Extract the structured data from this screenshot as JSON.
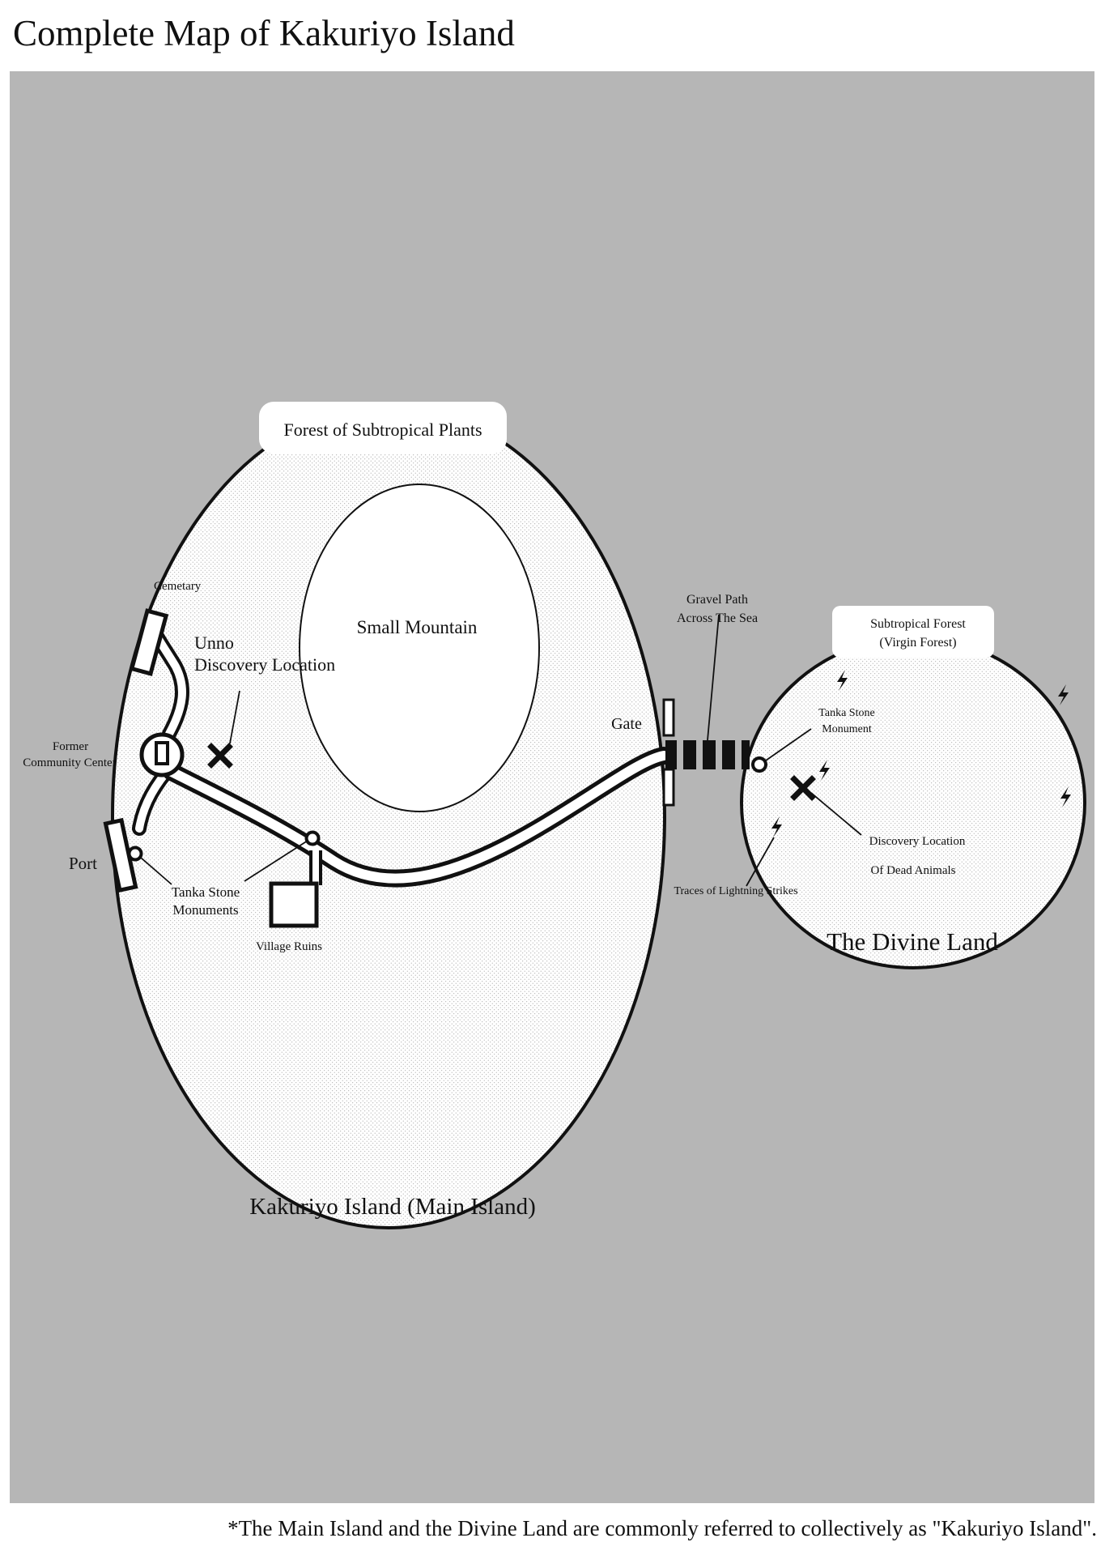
{
  "title": "Complete Map of Kakuriyo Island",
  "footnote": "*The Main Island and the Divine Land are commonly referred to collectively as \"Kakuriyo Island\".",
  "colors": {
    "sea": "#b6b6b6",
    "land": "#ffffff",
    "ink": "#111111"
  },
  "main_island": {
    "name": "Kakuriyo Island (Main Island)",
    "forest_label": "Forest of Subtropical Plants",
    "mountain_label": "Small Mountain",
    "cemetery_label": "Cemetary",
    "unno_label_1": "Unno",
    "unno_label_2": "Discovery Location",
    "community_center_label_1": "Former",
    "community_center_label_2": "Community Center",
    "port_label": "Port",
    "tanka_label_1": "Tanka Stone",
    "tanka_label_2": "Monuments",
    "village_label": "Village Ruins",
    "gate_label": "Gate"
  },
  "gravel_path": {
    "label_1": "Gravel Path",
    "label_2": "Across The Sea"
  },
  "divine_land": {
    "name": "The Divine Land",
    "forest_label_1": "Subtropical Forest",
    "forest_label_2": "(Virgin Forest)",
    "tanka_label_1": "Tanka Stone",
    "tanka_label_2": "Monument",
    "discovery_label_1": "Discovery Location",
    "discovery_label_2": "Of Dead Animals",
    "lightning_label": "Traces of Lightning Strikes"
  },
  "icons": {
    "discovery": "x-mark-icon",
    "monument": "ring-icon",
    "building": "square-icon",
    "lightning": "lightning-bolt-icon"
  }
}
